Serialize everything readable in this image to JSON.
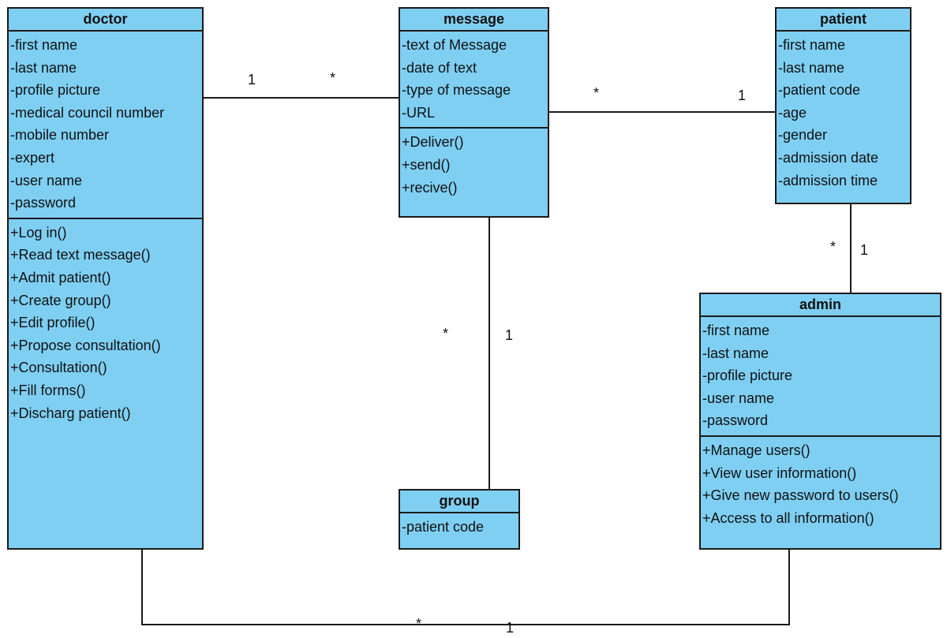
{
  "classes": {
    "doctor": {
      "name": "doctor",
      "attributes": [
        "-first name",
        "-last name",
        "-profile picture",
        "-medical council number",
        "-mobile number",
        "-expert",
        "-user name",
        "-password"
      ],
      "operations": [
        "+Log in()",
        "+Read text message()",
        "+Admit patient()",
        "+Create group()",
        "+Edit profile()",
        "+Propose consultation()",
        "+Consultation()",
        "+Fill forms()",
        "+Discharg patient()"
      ]
    },
    "message": {
      "name": "message",
      "attributes": [
        "-text of Message",
        "-date of text",
        "-type of message",
        "-URL"
      ],
      "operations": [
        "+Deliver()",
        "+send()",
        "+recive()"
      ]
    },
    "patient": {
      "name": "patient",
      "attributes": [
        "-first name",
        "-last name",
        "-patient code",
        "-age",
        "-gender",
        "-admission date",
        "-admission time"
      ]
    },
    "admin": {
      "name": "admin",
      "attributes": [
        "-first name",
        "-last name",
        "-profile picture",
        "-user name",
        "-password"
      ],
      "operations": [
        "+Manage users()",
        "+View user information()",
        "+Give new password to users()",
        "+Access to all information()"
      ]
    },
    "group": {
      "name": "group",
      "attributes": [
        "-patient code"
      ]
    }
  },
  "associations": {
    "doctor_message": {
      "doctor_end": "1",
      "message_end": "*"
    },
    "message_patient": {
      "message_end": "*",
      "patient_end": "1"
    },
    "patient_admin": {
      "admin_end": "*",
      "patient_end": "1"
    },
    "message_group": {
      "group_end": "*",
      "message_end": "1"
    },
    "doctor_admin": {
      "doctor_end": "*",
      "admin_end": "1"
    }
  },
  "colors": {
    "class_fill": "#7fcff3",
    "line": "#1a1a1a"
  }
}
